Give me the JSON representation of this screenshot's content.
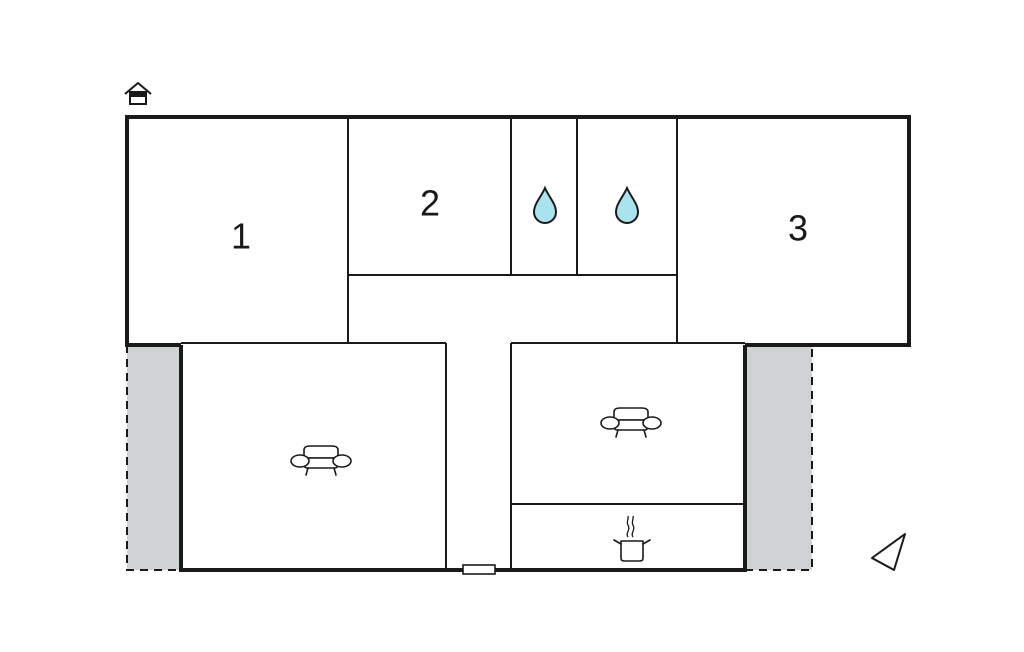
{
  "rooms": [
    {
      "id": "bedroom-1",
      "label": "1"
    },
    {
      "id": "bedroom-2",
      "label": "2"
    },
    {
      "id": "bedroom-3",
      "label": "3"
    }
  ],
  "icons": {
    "entrance": "house-icon",
    "bathroom": "water-drop-icon",
    "living": "sofa-icon",
    "kitchen": "cooking-pot-icon",
    "orientation": "compass-arrow-icon"
  },
  "colors": {
    "wall": "#1a1a1a",
    "terrace": "#cfd3d4",
    "water": "#a9e3ee",
    "background": "#ffffff"
  }
}
